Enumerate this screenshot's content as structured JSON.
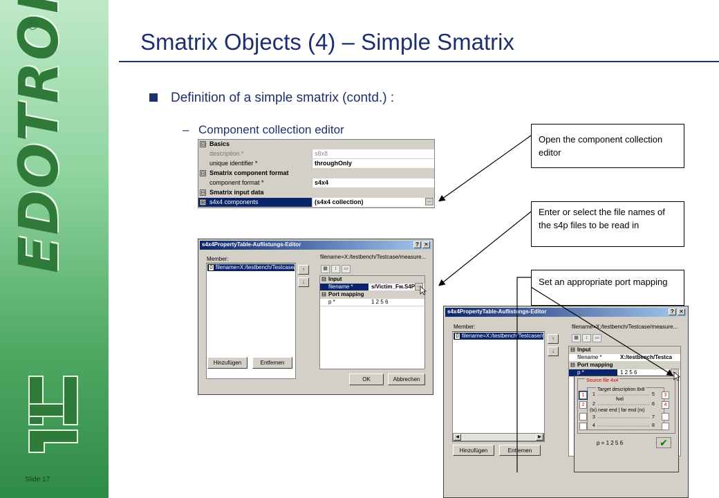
{
  "sidebar": {
    "logo_text": "EDOTRONIK",
    "registered_mark": "®",
    "slide_label": "Slide 17"
  },
  "slide": {
    "title": "Smatrix Objects (4) – Simple Smatrix",
    "bullet1": "Definition of a simple smatrix (contd.) :",
    "dash": "–",
    "bullet2": "Component collection editor"
  },
  "property_grid": {
    "rows": [
      {
        "kind": "cat",
        "expander": "⊟",
        "label": "Basics"
      },
      {
        "kind": "prop",
        "name": "description *",
        "value": "s8x8",
        "dim": true
      },
      {
        "kind": "prop",
        "name": "unique identifier *",
        "value": "throughOnly"
      },
      {
        "kind": "cat",
        "expander": "⊟",
        "label": "Smatrix component format"
      },
      {
        "kind": "prop",
        "name": "component format *",
        "value": "s4x4"
      },
      {
        "kind": "cat",
        "expander": "⊟",
        "label": "Smatrix input data"
      },
      {
        "kind": "prop",
        "name": "s4x4 components",
        "value": "(s4x4 collection)",
        "selected": true,
        "expander": "⊞"
      }
    ],
    "ellipsis": "..."
  },
  "callouts": {
    "open_editor": "Open the component collection editor",
    "select_files": "Enter or select the file names of the s4p files to be read in",
    "port_mapping": "Set an appropriate port mapping"
  },
  "dialog1": {
    "title": "s4x4PropertyTable-Auflistungs-Editor",
    "help_btn": "?",
    "close_btn": "✕",
    "member_label": "Member:",
    "member_index": "0",
    "member_item": "filename=X:/testbench/Testcase/m",
    "props_label": "filename=X:/testbench/Testcase/measure...",
    "icons": [
      "sort-categories-icon",
      "sort-alpha-icon",
      "property-pages-icon"
    ],
    "grid": {
      "input_cat": "Input",
      "filename_name": "filename *",
      "filename_value": "s/Victim_Fw.S4P",
      "port_cat": "Port mapping",
      "p_name": "p *",
      "p_value": "1 2 5 6"
    },
    "up_arrow": "↑",
    "down_arrow": "↓",
    "add_button": "Hinzufügen",
    "remove_button": "Entfernen",
    "ok_button": "OK",
    "cancel_button": "Abbrechen",
    "ellipsis": "..."
  },
  "dialog2": {
    "title": "s4x4PropertyTable-Auflistungs-Editor",
    "help_btn": "?",
    "close_btn": "✕",
    "member_label": "Member:",
    "member_index": "0",
    "member_item": "filename=X:/testbench/Testcase/r",
    "props_label": "filename=X:/testbench/Testcase/measure...",
    "grid": {
      "input_cat": "Input",
      "filename_name": "filename *",
      "filename_value": "X:/testbench/Testca",
      "port_cat": "Port mapping",
      "p_name": "p *",
      "p_value": "1 2 5 6"
    },
    "up_arrow": "↑",
    "down_arrow": "↓",
    "add_button": "Hinzufügen",
    "remove_button": "Entfernen",
    "ellipsis": "..."
  },
  "port_popup": {
    "source_legend": "Source file 4x4",
    "target_legend": "Target description 8x8",
    "left_ports": [
      "1",
      "2",
      "",
      ""
    ],
    "right_ports": [
      "3",
      "4",
      "",
      ""
    ],
    "rows": [
      {
        "l": "1",
        "r": "5"
      },
      {
        "l": "2",
        "r": "6"
      },
      {
        "l": "3",
        "r": "7"
      },
      {
        "l": "4",
        "r": "8"
      }
    ],
    "fwd": "fwd",
    "near_far": "(tx) near end  |  far end (rx)",
    "p_readout": "p = 1 2 5 6",
    "ok_icon": "✔"
  }
}
